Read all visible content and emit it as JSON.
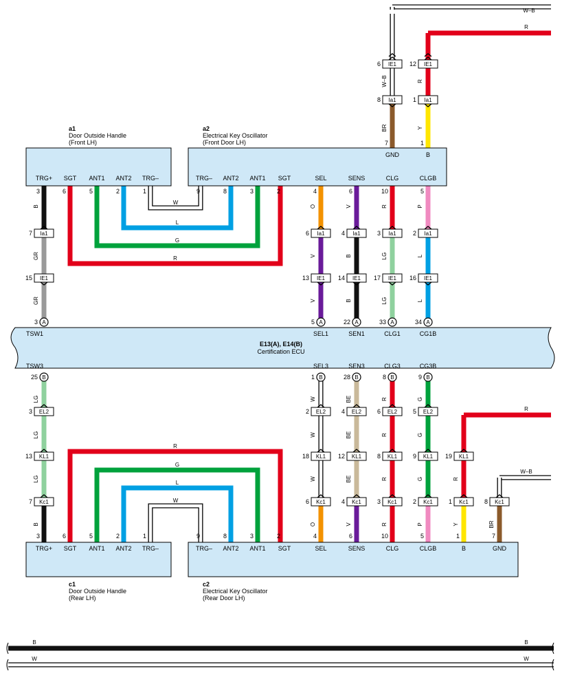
{
  "colors": {
    "R": "#e2001a",
    "G": "#00a23c",
    "L": "#00a0e3",
    "B": "#111111",
    "V": "#6a1b9a",
    "O": "#f39200",
    "Y": "#ffe600",
    "BR": "#8b5a2b",
    "P": "#f08ac0",
    "GR": "#9a9a9a",
    "LG": "#8fd19e",
    "BE": "#c9b99a",
    "box": "#cfe8f7"
  },
  "front": {
    "handle": {
      "id": "a1",
      "name": "Door Outside Handle",
      "sub": "(Front LH)",
      "pins": [
        {
          "label": "TRG+",
          "num": "3"
        },
        {
          "label": "SGT",
          "num": "6"
        },
        {
          "label": "ANT1",
          "num": "5"
        },
        {
          "label": "ANT2",
          "num": "2"
        },
        {
          "label": "TRG–",
          "num": "1"
        }
      ]
    },
    "osc": {
      "id": "a2",
      "name": "Electrical Key Oscillator",
      "sub": "(Front Door LH)",
      "pins": [
        {
          "label": "TRG–",
          "num": "9"
        },
        {
          "label": "ANT2",
          "num": "8"
        },
        {
          "label": "ANT1",
          "num": "3"
        },
        {
          "label": "SGT",
          "num": "2"
        },
        {
          "label": "SEL",
          "num": "4"
        },
        {
          "label": "SENS",
          "num": "6"
        },
        {
          "label": "CLG",
          "num": "10"
        },
        {
          "label": "CLGB",
          "num": "5"
        },
        {
          "label": "GND",
          "num": "7"
        },
        {
          "label": "B",
          "num": "1"
        }
      ]
    },
    "loops": [
      {
        "code": "W"
      },
      {
        "code": "L"
      },
      {
        "code": "G"
      },
      {
        "code": "R"
      }
    ],
    "cols": [
      {
        "upper": "GR",
        "lower": "GR",
        "c1": "Ia1",
        "p1": "7",
        "c2": "IE1",
        "p2": "15",
        "ecu": "3",
        "sig": "TSW1"
      },
      {
        "top": "O",
        "upper": "V",
        "lower": "V",
        "c1": "Ia1",
        "p1": "6",
        "c2": "IE1",
        "p2": "13",
        "ecu": "5",
        "sig": "SEL1"
      },
      {
        "top": "V",
        "upper": "B",
        "lower": "B",
        "c1": "Ia1",
        "p1": "4",
        "c2": "IE1",
        "p2": "14",
        "ecu": "22",
        "sig": "SEN1"
      },
      {
        "top": "R",
        "upper": "LG",
        "lower": "LG",
        "c1": "Ia1",
        "p1": "3",
        "c2": "IE1",
        "p2": "17",
        "ecu": "33",
        "sig": "CLG1"
      },
      {
        "top": "P",
        "upper": "L",
        "lower": "L",
        "c1": "Ia1",
        "p1": "2",
        "c2": "IE1",
        "p2": "16",
        "ecu": "34",
        "sig": "CG1B"
      }
    ],
    "gnd": {
      "mid": "BR",
      "upper": "W–B",
      "c1": "Ia1",
      "p1": "8",
      "c2": "IE1",
      "p2": "6",
      "end": "W–B"
    },
    "batt": {
      "mid": "Y",
      "upper": "R",
      "c1": "Ia1",
      "p1": "1",
      "c2": "IE1",
      "p2": "12",
      "end": "R"
    }
  },
  "ecu": {
    "title": "E13(A), E14(B)",
    "name": "Certification ECU",
    "plugA": "A",
    "plugB": "B"
  },
  "rear": {
    "handle": {
      "id": "c1",
      "name": "Door Outside Handle",
      "sub": "(Rear LH)",
      "pins": [
        {
          "label": "TRG+",
          "num": "3"
        },
        {
          "label": "SGT",
          "num": "6"
        },
        {
          "label": "ANT1",
          "num": "5"
        },
        {
          "label": "ANT2",
          "num": "2"
        },
        {
          "label": "TRG–",
          "num": "1"
        }
      ]
    },
    "osc": {
      "id": "c2",
      "name": "Electrical Key Oscillator",
      "sub": "(Rear Door LH)",
      "pins": [
        {
          "label": "TRG–",
          "num": "9"
        },
        {
          "label": "ANT2",
          "num": "8"
        },
        {
          "label": "ANT1",
          "num": "3"
        },
        {
          "label": "SGT",
          "num": "2"
        },
        {
          "label": "SEL",
          "num": "4"
        },
        {
          "label": "SENS",
          "num": "6"
        },
        {
          "label": "CLG",
          "num": "10"
        },
        {
          "label": "CLGB",
          "num": "5"
        },
        {
          "label": "B",
          "num": "1"
        },
        {
          "label": "GND",
          "num": "7"
        }
      ]
    },
    "loops": [
      {
        "code": "R"
      },
      {
        "code": "G"
      },
      {
        "code": "L"
      },
      {
        "code": "W"
      }
    ],
    "cols": [
      {
        "ecu": "25",
        "sig": "TSW3",
        "a": "LG",
        "b": "LG",
        "c": "LG",
        "d": "B",
        "c1": "EL2",
        "p1": "3",
        "c2": "KL1",
        "p2": "13",
        "c3": "Kc1",
        "p3": "7"
      },
      {
        "ecu": "1",
        "sig": "SEL3",
        "a": "W",
        "b": "W",
        "c": "W",
        "d": "O",
        "c1": "EL2",
        "p1": "2",
        "c2": "KL1",
        "p2": "18",
        "c3": "Kc1",
        "p3": "6"
      },
      {
        "ecu": "28",
        "sig": "SEN3",
        "a": "BE",
        "b": "BE",
        "c": "BE",
        "d": "V",
        "c1": "EL2",
        "p1": "4",
        "c2": "KL1",
        "p2": "12",
        "c3": "Kc1",
        "p3": "4"
      },
      {
        "ecu": "8",
        "sig": "CLG3",
        "a": "R",
        "b": "R",
        "c": "R",
        "d": "R",
        "c1": "EL2",
        "p1": "6",
        "c2": "KL1",
        "p2": "8",
        "c3": "Kc1",
        "p3": "3"
      },
      {
        "ecu": "9",
        "sig": "CG3B",
        "a": "G",
        "b": "G",
        "c": "G",
        "d": "P",
        "c1": "EL2",
        "p1": "5",
        "c2": "KL1",
        "p2": "9",
        "c3": "Kc1",
        "p3": "2"
      }
    ],
    "batt": {
      "upper": "R",
      "lower": "Y",
      "c1": "KL1",
      "p1": "19",
      "c2": "Kc1",
      "p2": "1",
      "end": "R"
    },
    "gnd": {
      "lower": "BR",
      "c1": "Kc1",
      "p1": "8",
      "end": "W–B"
    }
  },
  "bus": [
    {
      "code": "B"
    },
    {
      "code": "W"
    }
  ]
}
